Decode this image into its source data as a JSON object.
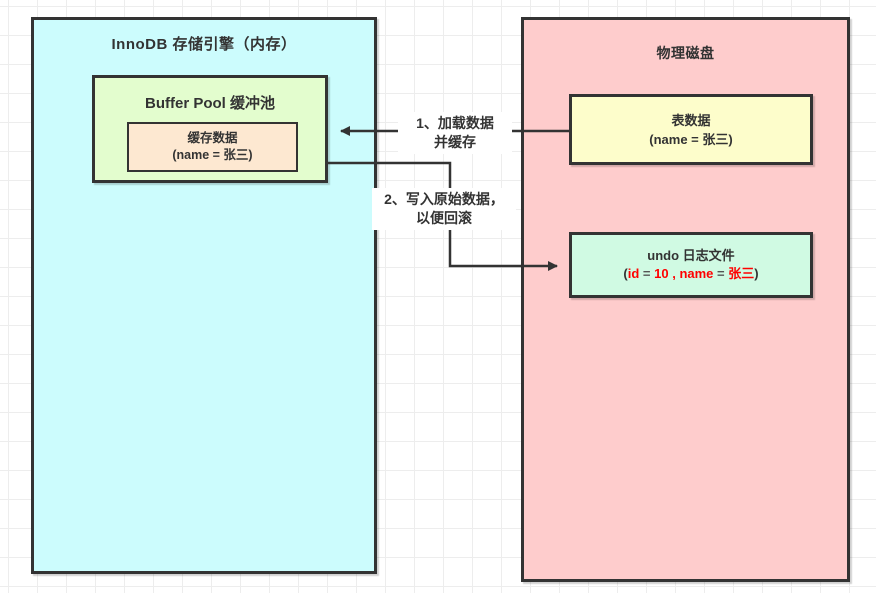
{
  "canvas": {
    "background": "#ffffff",
    "grid_color": "#ededed",
    "border_color": "#333333",
    "text_color": "#333333",
    "highlight_color": "#ff0000"
  },
  "memory_region": {
    "title": "InnoDB 存储引擎（内存）",
    "bg": "#ccfcfd",
    "buffer_pool": {
      "title": "Buffer Pool 缓冲池",
      "bg": "#e3fdce",
      "cache": {
        "line1": "缓存数据",
        "line2": "(name = 张三)",
        "bg": "#fde8d1"
      }
    }
  },
  "disk_region": {
    "title": "物理磁盘",
    "bg": "#fecccc",
    "table_data": {
      "line1": "表数据",
      "line2": "(name = 张三)",
      "bg": "#fdfdcb"
    },
    "undo_log": {
      "line1": "undo 日志文件",
      "line2_parts": [
        {
          "text": "(",
          "color": "#333333"
        },
        {
          "text": "id",
          "color": "#ff0000"
        },
        {
          "text": " = ",
          "color": "#555555"
        },
        {
          "text": "10 ",
          "color": "#ff0000"
        },
        {
          "text": ", ",
          "color": "#ff0000"
        },
        {
          "text": "name",
          "color": "#ff0000"
        },
        {
          "text": " = ",
          "color": "#555555"
        },
        {
          "text": "张三",
          "color": "#ff0000"
        },
        {
          "text": ")",
          "color": "#333333"
        }
      ],
      "bg": "#d0fae3"
    }
  },
  "arrows": {
    "load": {
      "label_line1": "1、加载数据",
      "label_line2": "并缓存",
      "color": "#333333"
    },
    "write_undo": {
      "label_line1": "2、写入原始数据，",
      "label_line2": "以便回滚",
      "color": "#333333"
    }
  }
}
